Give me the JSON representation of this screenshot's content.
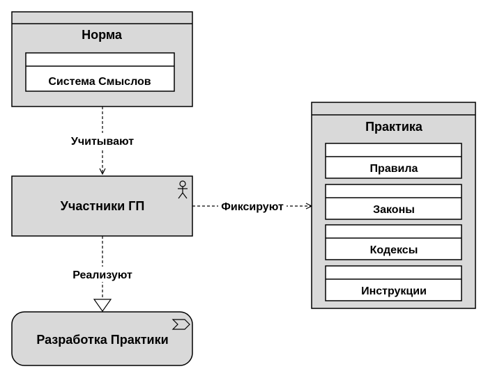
{
  "colors": {
    "node_fill": "#d9d9d9",
    "stroke": "#000000",
    "background": "#ffffff"
  },
  "norma": {
    "title": "Норма",
    "item": "Система Смыслов"
  },
  "participants": {
    "title": "Участники ГП",
    "icon": "actor-icon"
  },
  "development": {
    "title": "Разработка Практики",
    "icon": "process-arrow-icon"
  },
  "practice": {
    "title": "Практика",
    "items": [
      "Правила",
      "Законы",
      "Кодексы",
      "Инструкции"
    ]
  },
  "edges": {
    "consider": "Учитывают",
    "record": "Фиксируют",
    "realize": "Реализуют"
  }
}
